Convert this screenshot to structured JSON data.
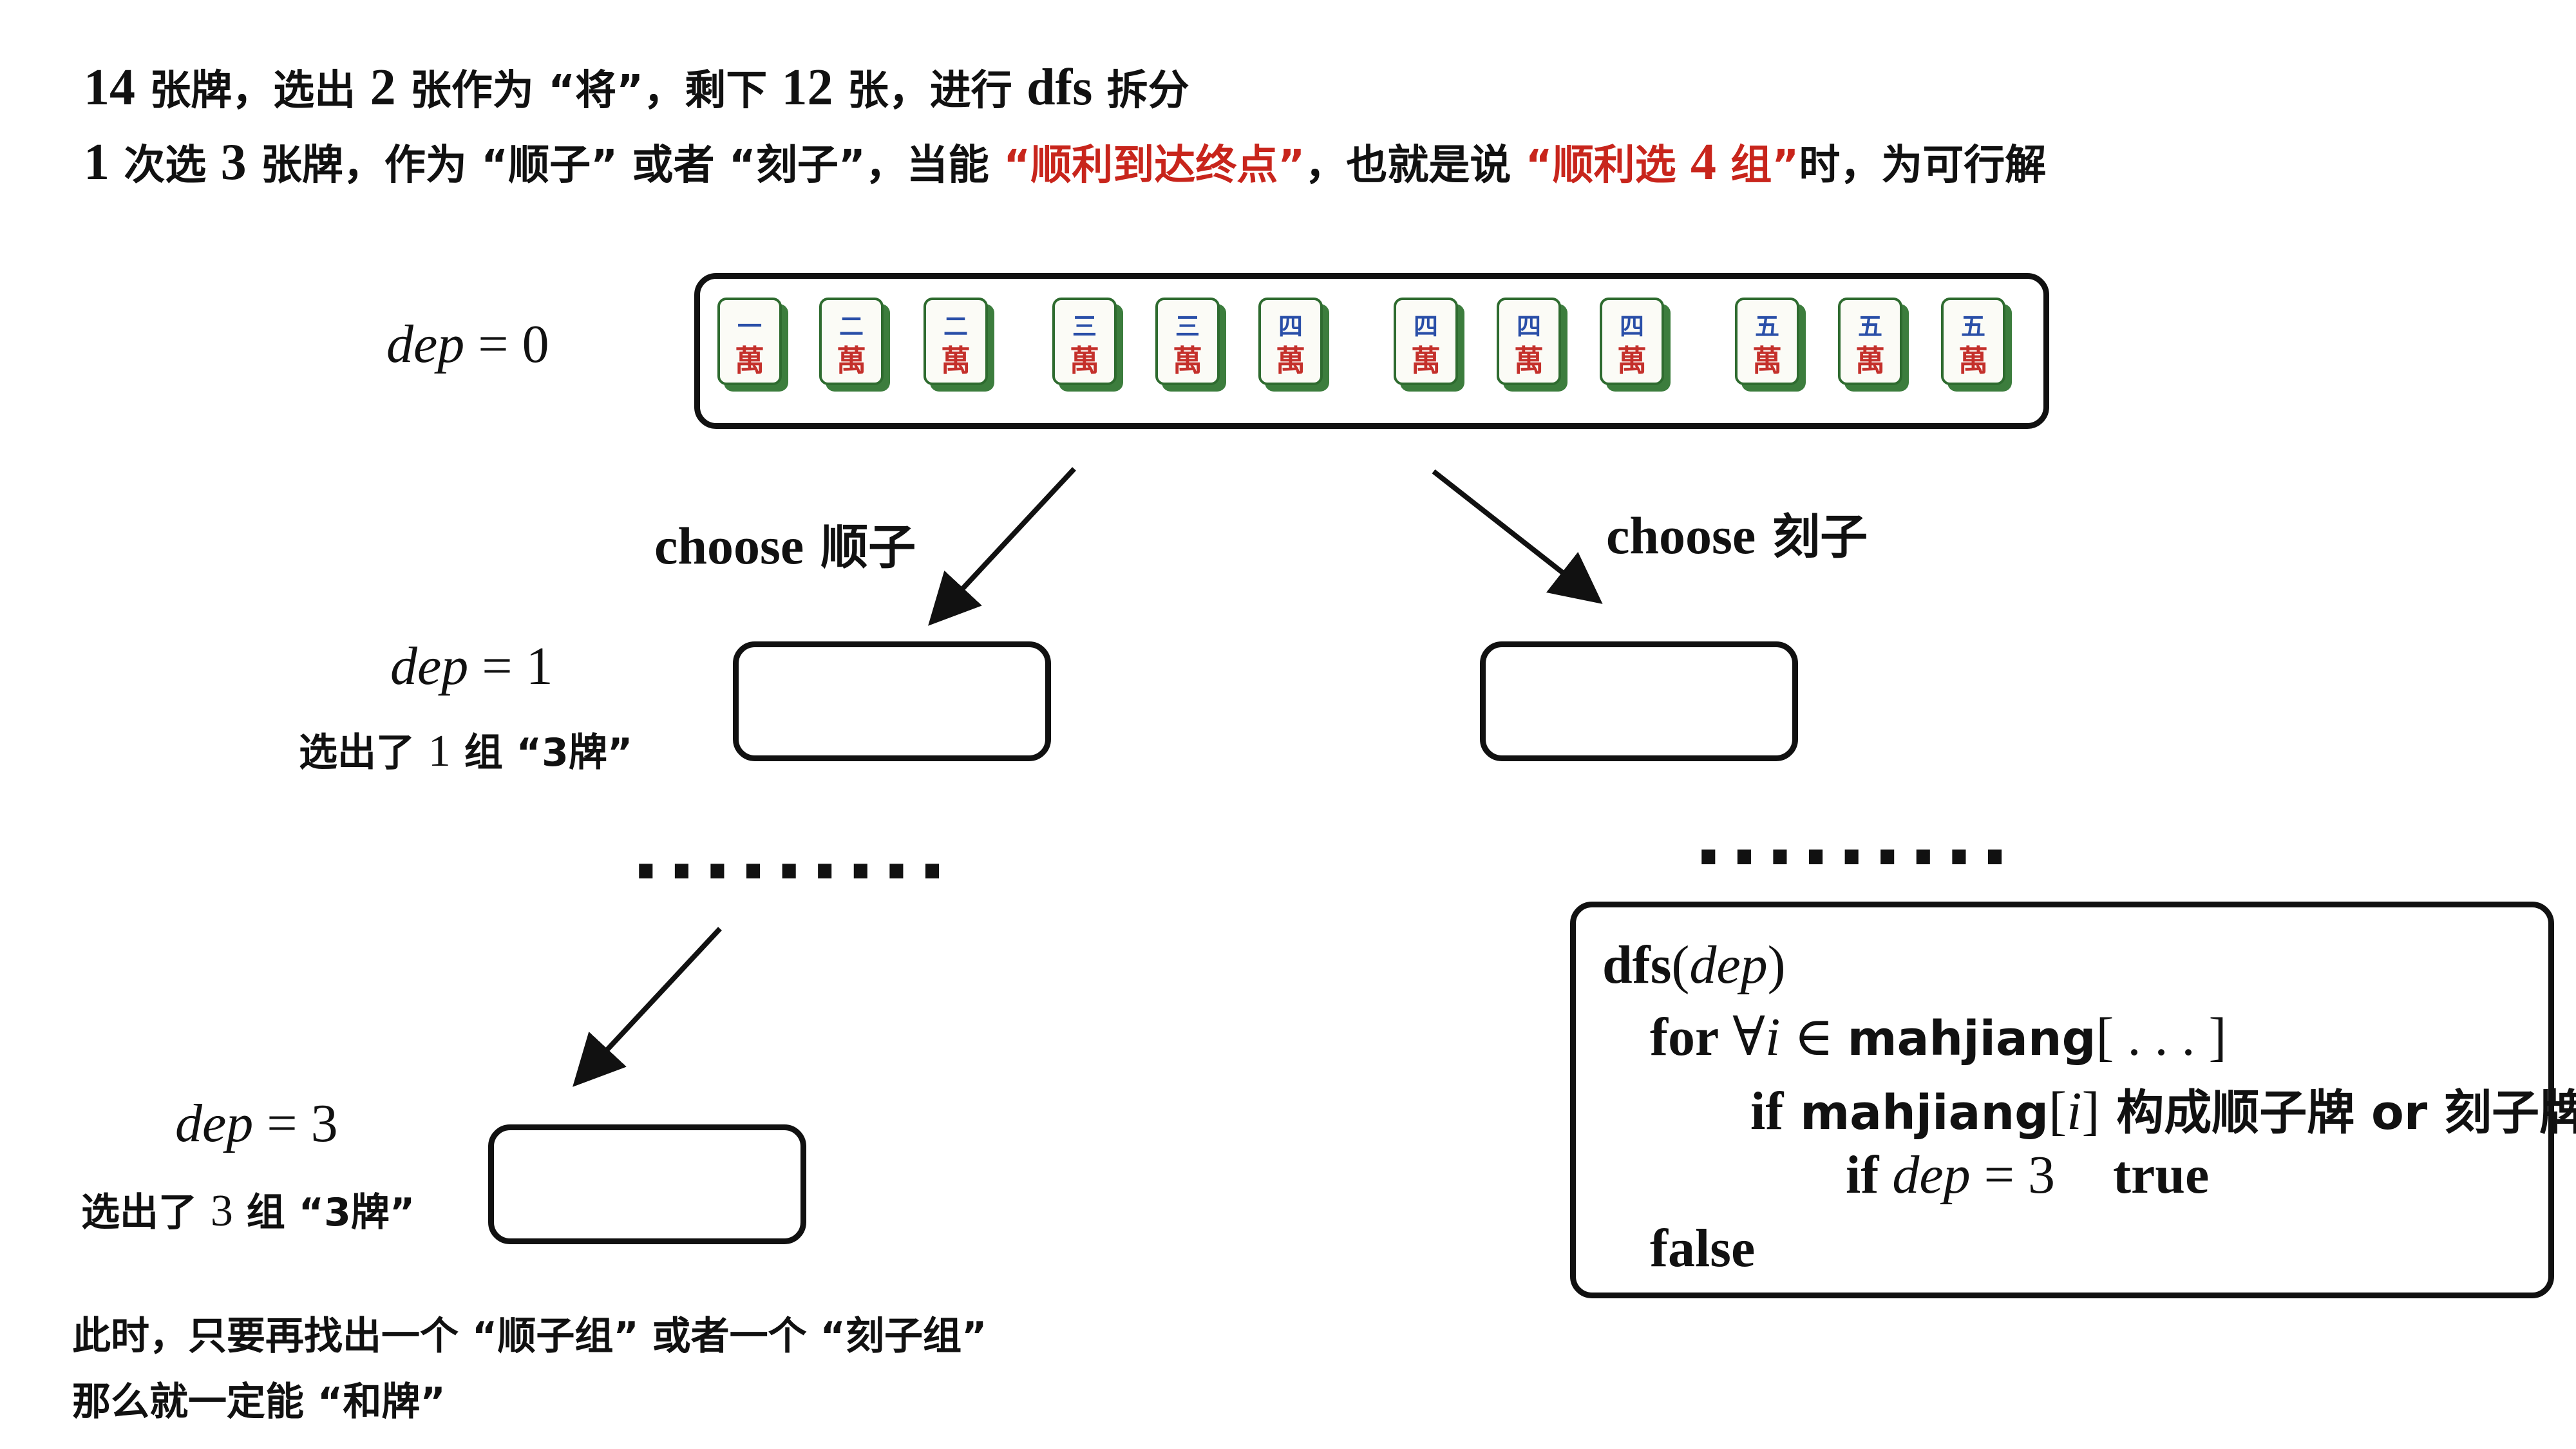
{
  "header": {
    "line1": {
      "n1": "14",
      "t1": " 张牌，选出 ",
      "n2": "2",
      "t2": " 张作为 “将”，剩下 ",
      "n3": "12",
      "t3": " 张，进行 ",
      "n4": "dfs",
      "t4": " 拆分"
    },
    "line2": {
      "n1": "1",
      "t1": " 次选 ",
      "n2": "3",
      "t2": " 张牌，作为 “顺子” 或者 “刻子”，当能 ",
      "r1": "“顺利到达终点”",
      "t3": "，也就是说 ",
      "r2a": "“顺利选 ",
      "r2n": "4",
      "r2b": " 组”",
      "t4": "时，为可行解"
    }
  },
  "levels": {
    "dep0": {
      "var": "dep",
      "eq": " = ",
      "val": "0"
    },
    "dep1": {
      "var": "dep",
      "eq": " = ",
      "val": "1"
    },
    "dep3": {
      "var": "dep",
      "eq": " = ",
      "val": "3"
    }
  },
  "notes": {
    "dep1": {
      "a": "选出了 ",
      "n": "1",
      "b": " 组 “3牌”"
    },
    "dep3": {
      "a": "选出了 ",
      "n": "3",
      "b": " 组 “3牌”"
    },
    "bottom1": "此时，只要再找出一个 “顺子组” 或者一个 “刻子组”",
    "bottom2": "那么就一定能 “和牌”"
  },
  "branches": {
    "left": {
      "word": "choose",
      "label": " 顺子"
    },
    "right": {
      "word": "choose",
      "label": " 刻子"
    }
  },
  "ellipsis": ".........",
  "tiles": [
    {
      "num": "一",
      "suit": "萬"
    },
    {
      "num": "二",
      "suit": "萬"
    },
    {
      "num": "二",
      "suit": "萬"
    },
    {
      "num": "三",
      "suit": "萬"
    },
    {
      "num": "三",
      "suit": "萬"
    },
    {
      "num": "四",
      "suit": "萬"
    },
    {
      "num": "四",
      "suit": "萬"
    },
    {
      "num": "四",
      "suit": "萬"
    },
    {
      "num": "四",
      "suit": "萬"
    },
    {
      "num": "五",
      "suit": "萬"
    },
    {
      "num": "五",
      "suit": "萬"
    },
    {
      "num": "五",
      "suit": "萬"
    }
  ],
  "code": {
    "l1": {
      "kw": "dfs",
      "open": "(",
      "arg": "dep",
      "close": ")"
    },
    "l2": {
      "kw": "for",
      "forall": " ∀",
      "i": "i",
      "in": " ∈ ",
      "arr": "mahjiang",
      "rest": "[ . . . ]"
    },
    "l3": {
      "kw": "if",
      "arr": " mahjiang",
      "lb": "[",
      "i": "i",
      "rb": "]",
      "text": " 构成顺子牌 or 刻子牌"
    },
    "l4": {
      "kw": "if",
      "var": "dep",
      "eq": " = 3",
      "ret": "true"
    },
    "l5": {
      "kw": "false"
    }
  }
}
